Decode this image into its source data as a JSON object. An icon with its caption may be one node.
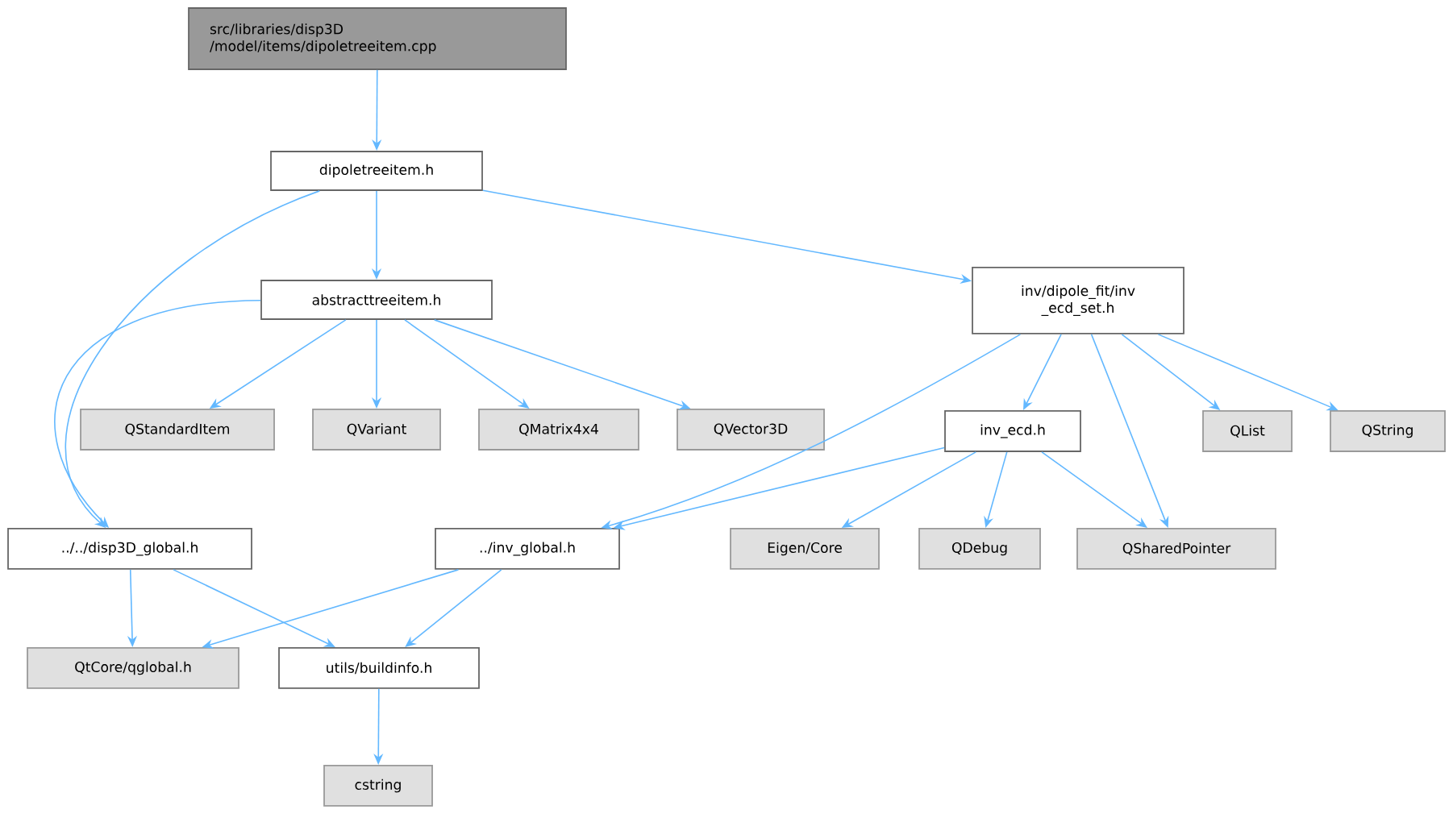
{
  "diagram": {
    "nodes": [
      {
        "text": [
          "src/libraries/disp3D /model/items/dipoletreeitem.cpp"
        ]
      },
      {
        "text": [
          "dipoletreeitem.h"
        ]
      },
      {
        "text": [
          "abstracttreeitem.h"
        ]
      },
      {
        "text": [
          "inv/dipole_fit/inv _ecd_set.h"
        ]
      },
      {
        "text": [
          "QStandardItem"
        ]
      },
      {
        "text": [
          "QVariant"
        ]
      },
      {
        "text": [
          "QMatrix4x4"
        ]
      },
      {
        "text": [
          "QVector3D"
        ]
      },
      {
        "text": [
          "inv_ecd.h"
        ]
      },
      {
        "text": [
          "QList"
        ]
      },
      {
        "text": [
          "QString"
        ]
      },
      {
        "text": [
          "../../disp3D_global.h"
        ]
      },
      {
        "text": [
          "../inv_global.h"
        ]
      },
      {
        "text": [
          "Eigen/Core"
        ]
      },
      {
        "text": [
          "QDebug"
        ]
      },
      {
        "text": [
          "QSharedPointer"
        ]
      },
      {
        "text": [
          "QtCore/qglobal.h"
        ]
      },
      {
        "text": [
          "utils/buildinfo.h"
        ]
      },
      {
        "text": [
          "cstring"
        ]
      }
    ],
    "edges": [
      {
        "from": 0,
        "to": 1,
        "arrow": "to"
      },
      {
        "from": 1,
        "to": 2,
        "arrow": "to"
      },
      {
        "from": 1,
        "to": 11,
        "arrow": "to"
      },
      {
        "from": 1,
        "to": 3,
        "arrow": "to"
      },
      {
        "from": 2,
        "to": 11,
        "arrow": "to"
      },
      {
        "from": 2,
        "to": 4,
        "arrow": "to"
      },
      {
        "from": 2,
        "to": 5,
        "arrow": "to"
      },
      {
        "from": 2,
        "to": 6,
        "arrow": "to"
      },
      {
        "from": 2,
        "to": 7,
        "arrow": "to"
      },
      {
        "from": 3,
        "to": 12,
        "arrow": "to"
      },
      {
        "from": 3,
        "to": 8,
        "arrow": "to"
      },
      {
        "from": 3,
        "to": 15,
        "arrow": "to"
      },
      {
        "from": 3,
        "to": 9,
        "arrow": "to"
      },
      {
        "from": 3,
        "to": 10,
        "arrow": "to"
      },
      {
        "from": 8,
        "to": 12,
        "arrow": "to"
      },
      {
        "from": 8,
        "to": 13,
        "arrow": "to"
      },
      {
        "from": 8,
        "to": 14,
        "arrow": "to"
      },
      {
        "from": 8,
        "to": 15,
        "arrow": "to"
      },
      {
        "from": 11,
        "to": 16,
        "arrow": "to"
      },
      {
        "from": 11,
        "to": 17,
        "arrow": "to"
      },
      {
        "from": 12,
        "to": 16,
        "arrow": "to"
      },
      {
        "from": 12,
        "to": 17,
        "arrow": "to"
      },
      {
        "from": 17,
        "to": 18,
        "arrow": "to"
      }
    ]
  }
}
